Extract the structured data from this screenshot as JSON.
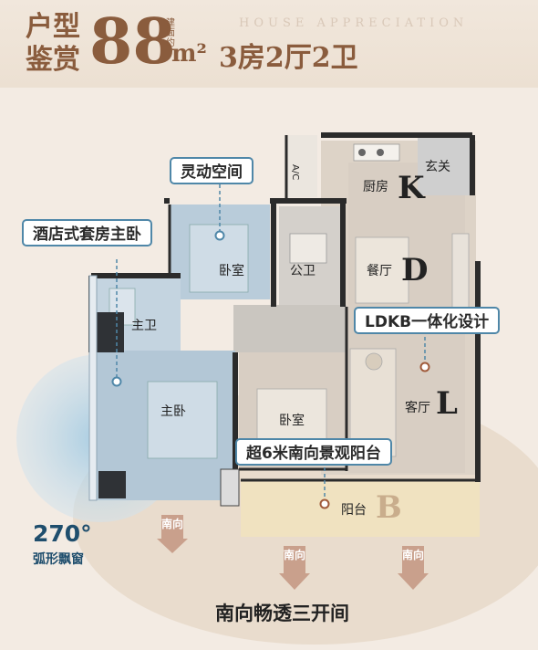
{
  "header": {
    "title_line1": "户型",
    "title_line2": "鉴赏",
    "area_value": "88",
    "area_caption": "建面约",
    "area_unit": "m²",
    "english": "HOUSE APPRECIATION",
    "layout": "3房2厅2卫"
  },
  "tags": {
    "flex_space": "灵动空间",
    "hotel_suite": "酒店式套房主卧",
    "ldkb": "LDKB一体化设计",
    "balcony": "超6米南向景观阳台"
  },
  "rooms": {
    "kitchen": "厨房",
    "kitchen_letter": "K",
    "entrance": "玄关",
    "ac": "A/C",
    "bedroom_top": "卧室",
    "public_bath": "公卫",
    "dining": "餐厅",
    "dining_letter": "D",
    "master_bath": "主卫",
    "master_bedroom": "主卧",
    "bedroom_mid": "卧室",
    "living": "客厅",
    "living_letter": "L",
    "balcony": "阳台",
    "balcony_letter": "B"
  },
  "bay_window": {
    "angle": "270°",
    "caption": "弧形飘窗"
  },
  "south": {
    "arrow_text": "南向",
    "caption": "南向畅透三开间"
  },
  "colors": {
    "brand_brown": "#8a5c3d",
    "tag_border": "#4f87a8",
    "wall": "#2b2b2b",
    "blue_room": "#b9ccda",
    "beige_room": "#ddd3c8",
    "balcony": "#f0e2c0",
    "arrow": "#c39a86"
  }
}
